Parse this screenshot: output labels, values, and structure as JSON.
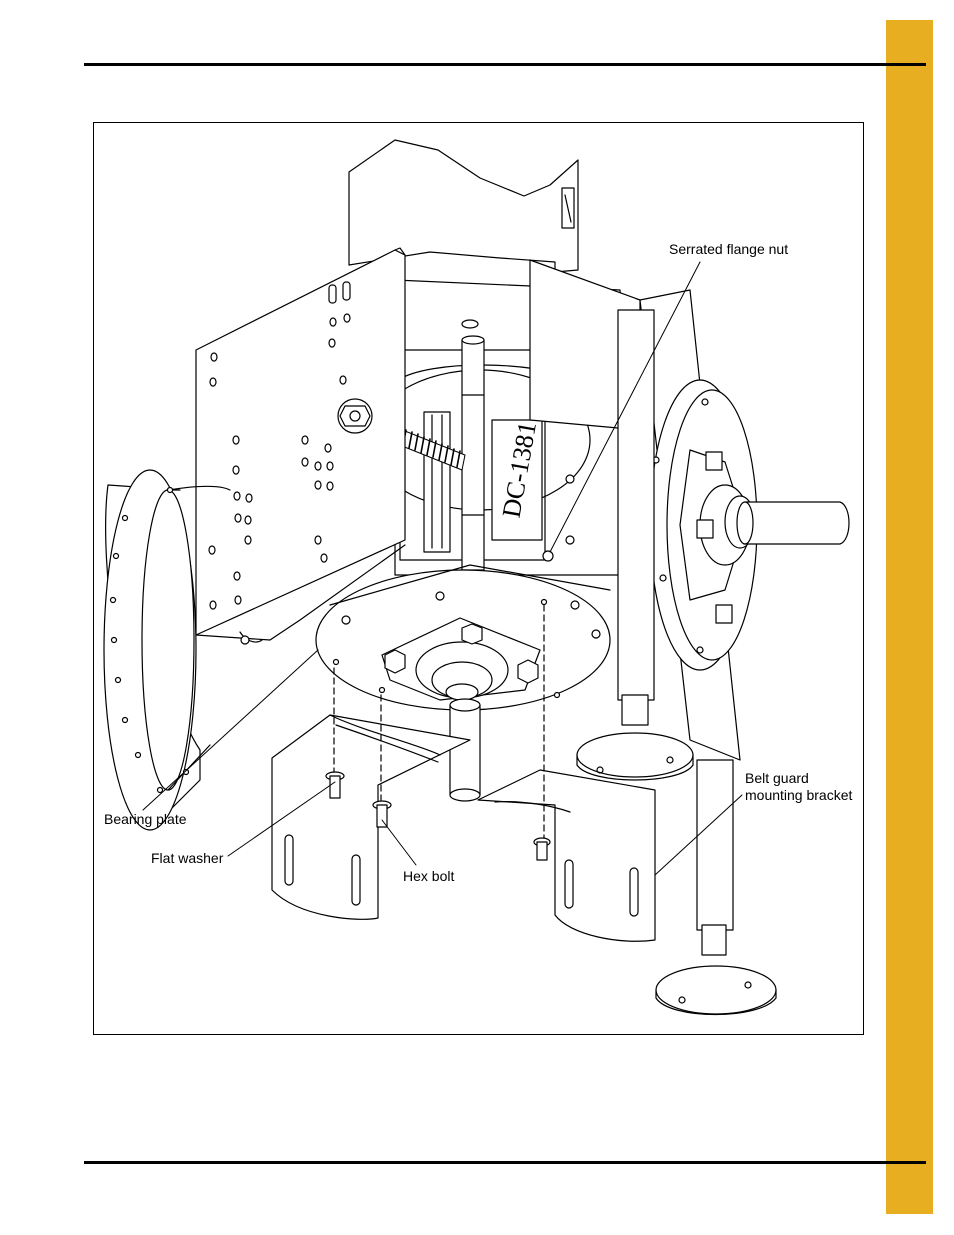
{
  "colors": {
    "side_tab": "#E8AE22",
    "rule": "#000000",
    "line": "#000000"
  },
  "figure": {
    "labels": {
      "serrated_flange_nut": "Serrated flange nut",
      "bearing_plate": "Bearing plate",
      "flat_washer": "Flat washer",
      "hex_bolt": "Hex bolt",
      "belt_guard_line1": "Belt guard",
      "belt_guard_line2": "mounting bracket"
    },
    "part_markings": {
      "housing_code": "DC-1381"
    }
  }
}
